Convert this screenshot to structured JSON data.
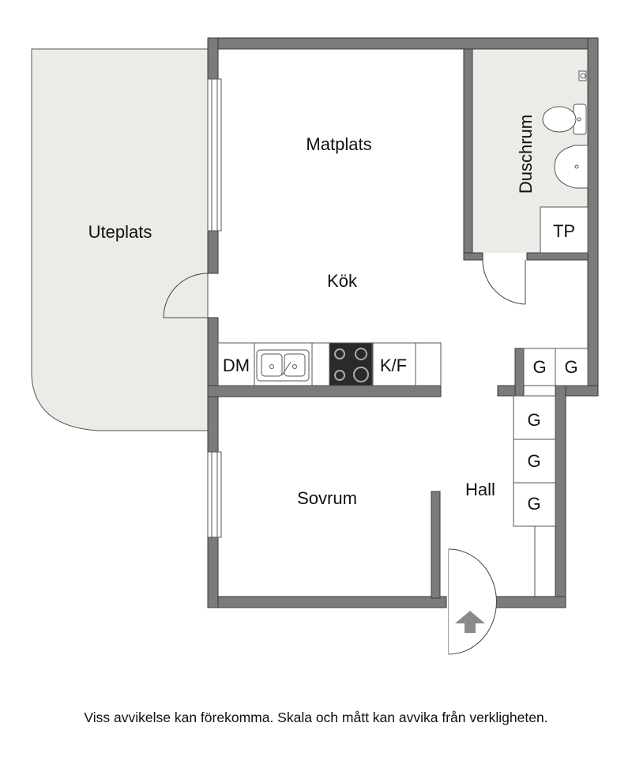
{
  "rooms": {
    "uteplats": "Uteplats",
    "matplats": "Matplats",
    "kok": "Kök",
    "duschrum": "Duschrum",
    "sovrum": "Sovrum",
    "hall": "Hall"
  },
  "fixtures": {
    "tp": "TP",
    "dm": "DM",
    "kf": "K/F",
    "garderob": "G"
  },
  "disclaimer": "Viss avvikelse kan förekomma. Skala och mått kan avvika från verkligheten.",
  "colors": {
    "wall": "#7b7b7b",
    "wall_stroke": "#3a3a3a",
    "floor_shade": "#ecebe7",
    "stove": "#2a2a2a",
    "arrow": "#8a8a8a"
  }
}
